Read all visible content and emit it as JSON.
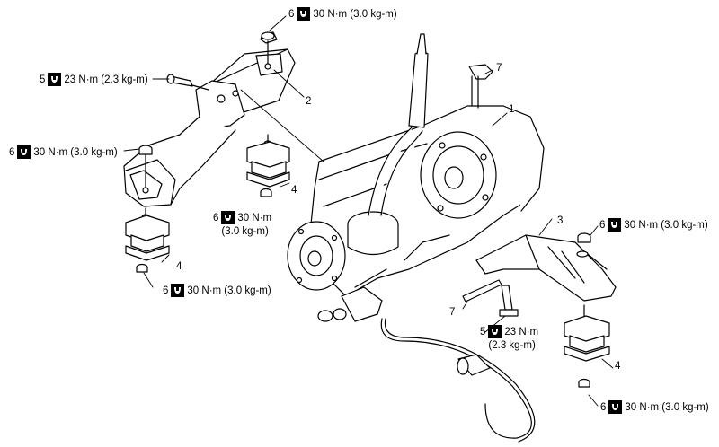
{
  "callouts": {
    "c1": "1",
    "c2": "2",
    "c3": "3",
    "c4a": "4",
    "c4b": "4",
    "c4c": "4",
    "c7a": "7",
    "c7b": "7"
  },
  "torque": {
    "t_top": {
      "num": "6",
      "text": "30 N·m (3.0 kg-m)"
    },
    "t_bolt_left": {
      "num": "5",
      "text": "23 N·m (2.3 kg-m)"
    },
    "t_left_mid": {
      "num": "6",
      "text": "30 N·m (3.0 kg-m)"
    },
    "t_center": {
      "num": "6",
      "text": "30 N·m",
      "text2": "(3.0 kg-m)"
    },
    "t_left_bottom": {
      "num": "6",
      "text": "30 N·m (3.0 kg-m)"
    },
    "t_right_top": {
      "num": "6",
      "text": "30 N·m (3.0 kg-m)"
    },
    "t_right_bolt": {
      "num": "5",
      "text": "23 N·m",
      "text2": "(2.3 kg-m)"
    },
    "t_right_bottom": {
      "num": "6",
      "text": "30 N·m (3.0 kg-m)"
    }
  },
  "icons": {
    "torque": "wrench-torque-icon"
  },
  "colors": {
    "line": "#000000",
    "background": "#ffffff"
  }
}
